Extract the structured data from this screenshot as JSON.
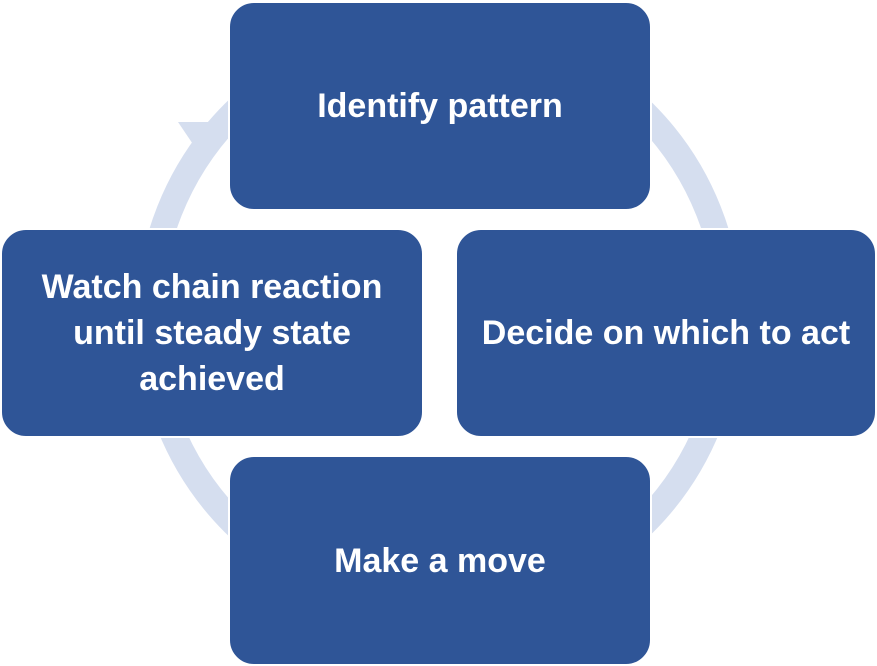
{
  "diagram": {
    "steps": [
      {
        "id": "top",
        "label": "Identify pattern"
      },
      {
        "id": "right",
        "label": "Decide on which to act"
      },
      {
        "id": "bottom",
        "label": "Make a move"
      },
      {
        "id": "left",
        "label": "Watch chain reaction until steady state achieved"
      }
    ],
    "colors": {
      "box_fill": "#2f5597",
      "box_text": "#ffffff",
      "ring": "#d5deef"
    }
  }
}
